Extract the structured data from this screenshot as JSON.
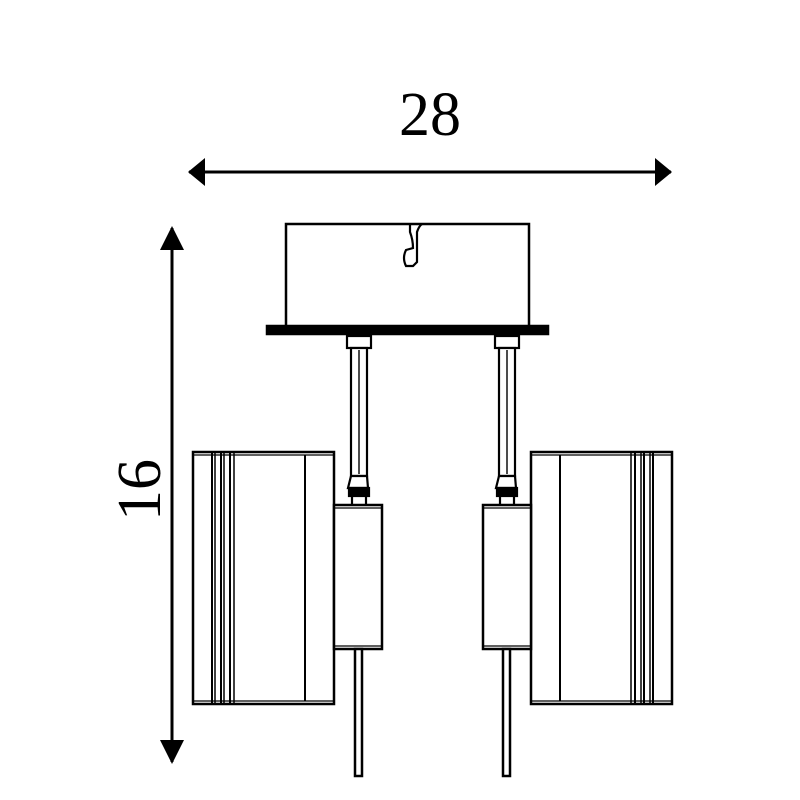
{
  "dimensions": {
    "width": {
      "value": "28"
    },
    "height": {
      "value": "16"
    }
  },
  "colors": {
    "line": "#000000",
    "fill": "#ffffff"
  },
  "fixture": {
    "lamp_heads": 2,
    "stems": 2
  }
}
